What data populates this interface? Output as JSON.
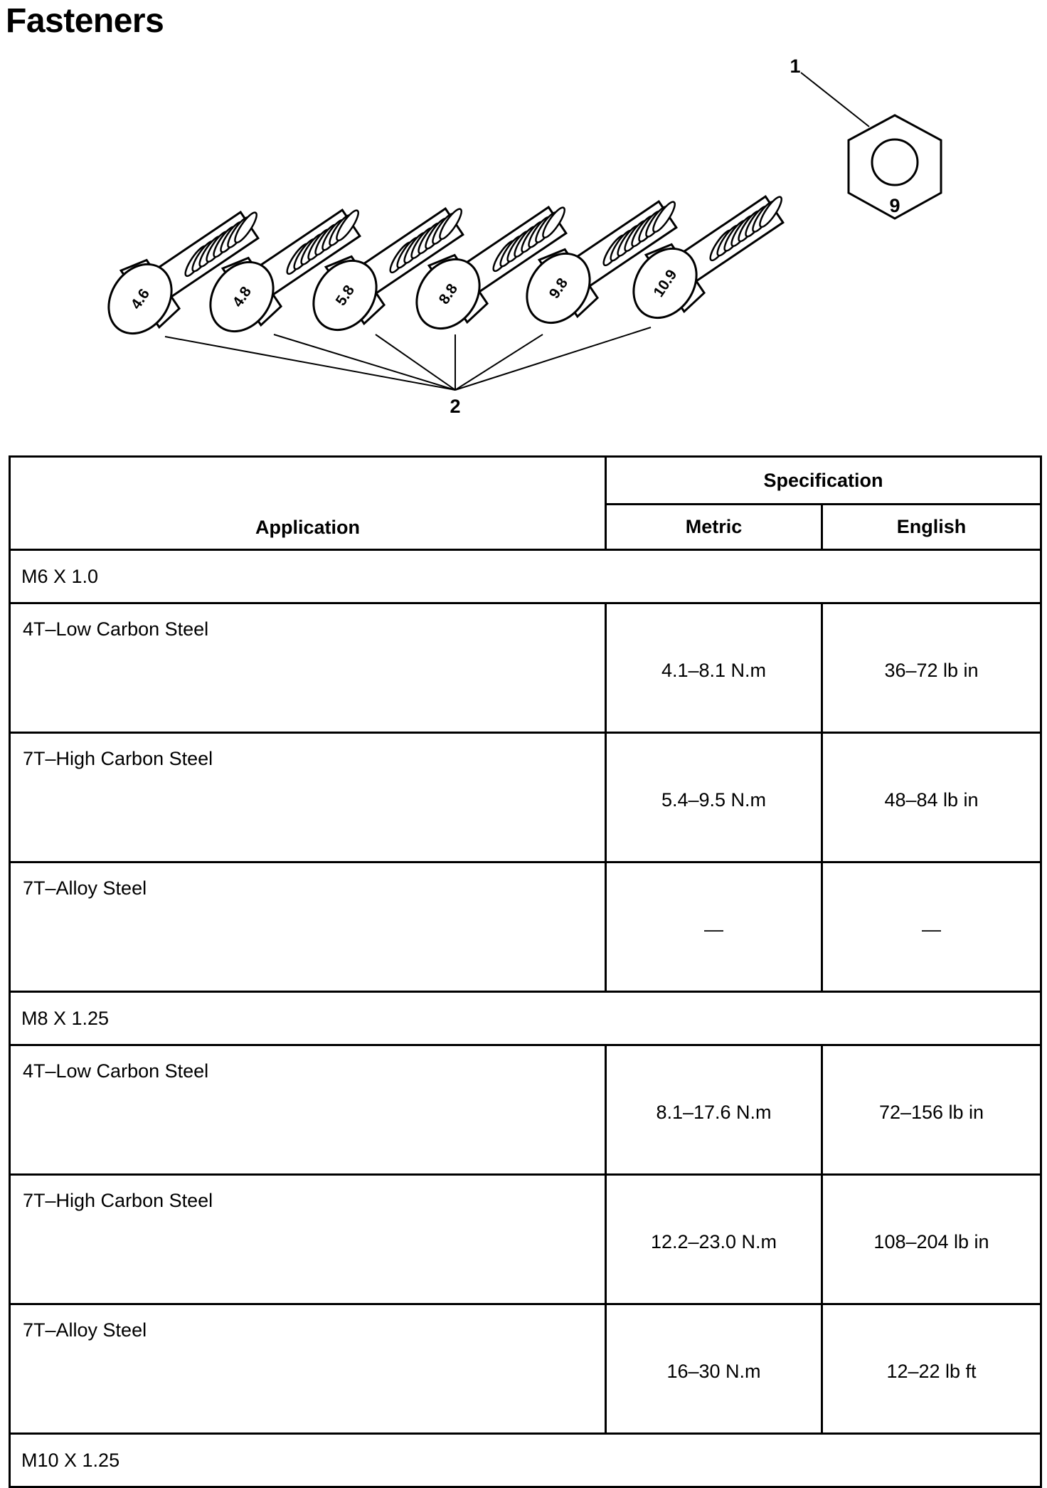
{
  "title": "Fasteners",
  "figure": {
    "callout_nut": "1",
    "callout_bolts": "2",
    "nut_grade": "9",
    "bolt_grades": [
      "4.6",
      "4.8",
      "5.8",
      "8.8",
      "9.8",
      "10.9"
    ]
  },
  "table": {
    "headers": {
      "application": "Application",
      "specification": "Specification",
      "metric": "Metric",
      "english": "English"
    },
    "groups": [
      {
        "size": "M6 X 1.0",
        "rows": [
          {
            "application": "4T–Low Carbon Steel",
            "metric": "4.1–8.1 N.m",
            "english": "36–72 lb in"
          },
          {
            "application": "7T–High Carbon Steel",
            "metric": "5.4–9.5 N.m",
            "english": "48–84 lb in"
          },
          {
            "application": "7T–Alloy Steel",
            "metric": "—",
            "english": "—"
          }
        ]
      },
      {
        "size": "M8 X 1.25",
        "rows": [
          {
            "application": "4T–Low Carbon Steel",
            "metric": "8.1–17.6 N.m",
            "english": "72–156 lb in"
          },
          {
            "application": "7T–High Carbon Steel",
            "metric": "12.2–23.0 N.m",
            "english": "108–204 lb in"
          },
          {
            "application": "7T–Alloy Steel",
            "metric": "16–30 N.m",
            "english": "12–22 lb ft"
          }
        ]
      },
      {
        "size": "M10 X 1.25",
        "rows": []
      }
    ]
  }
}
